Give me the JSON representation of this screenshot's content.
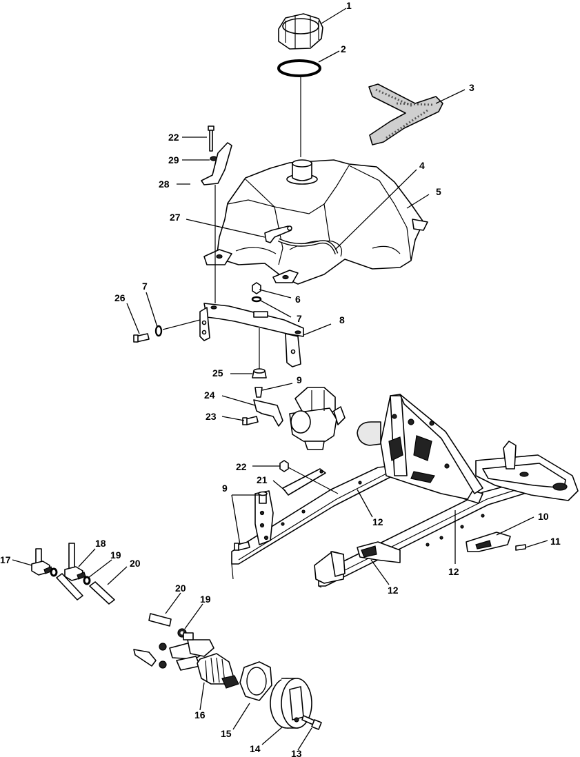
{
  "callouts": [
    {
      "id": "c1",
      "label": "1"
    },
    {
      "id": "c2",
      "label": "2"
    },
    {
      "id": "c3",
      "label": "3"
    },
    {
      "id": "c4",
      "label": "4"
    },
    {
      "id": "c5",
      "label": "5"
    },
    {
      "id": "c6",
      "label": "6"
    },
    {
      "id": "c7a",
      "label": "7"
    },
    {
      "id": "c7b",
      "label": "7"
    },
    {
      "id": "c8",
      "label": "8"
    },
    {
      "id": "c9a",
      "label": "9"
    },
    {
      "id": "c9b",
      "label": "9"
    },
    {
      "id": "c10",
      "label": "10"
    },
    {
      "id": "c11",
      "label": "11"
    },
    {
      "id": "c12a",
      "label": "12"
    },
    {
      "id": "c12b",
      "label": "12"
    },
    {
      "id": "c12c",
      "label": "12"
    },
    {
      "id": "c13",
      "label": "13"
    },
    {
      "id": "c14",
      "label": "14"
    },
    {
      "id": "c15",
      "label": "15"
    },
    {
      "id": "c16",
      "label": "16"
    },
    {
      "id": "c17",
      "label": "17"
    },
    {
      "id": "c18",
      "label": "18"
    },
    {
      "id": "c19a",
      "label": "19"
    },
    {
      "id": "c19b",
      "label": "19"
    },
    {
      "id": "c20a",
      "label": "20"
    },
    {
      "id": "c20b",
      "label": "20"
    },
    {
      "id": "c21",
      "label": "21"
    },
    {
      "id": "c22a",
      "label": "22"
    },
    {
      "id": "c22b",
      "label": "22"
    },
    {
      "id": "c23",
      "label": "23"
    },
    {
      "id": "c24",
      "label": "24"
    },
    {
      "id": "c25",
      "label": "25"
    },
    {
      "id": "c26",
      "label": "26"
    },
    {
      "id": "c27",
      "label": "27"
    },
    {
      "id": "c28",
      "label": "28"
    },
    {
      "id": "c29",
      "label": "29"
    }
  ]
}
